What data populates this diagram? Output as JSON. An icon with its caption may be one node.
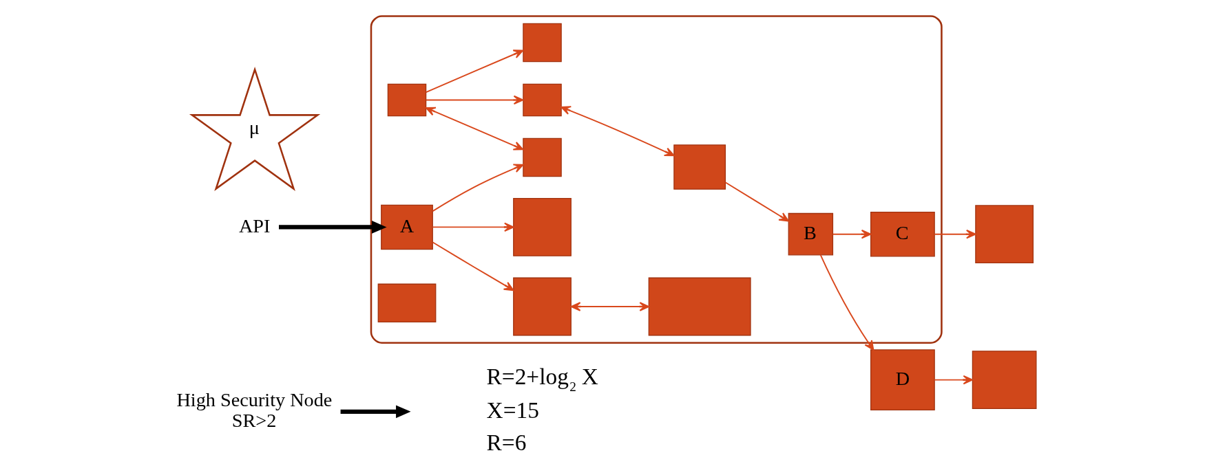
{
  "diagram": {
    "nodes": [
      {
        "text": [
          "High Security Node",
          "SR>2"
        ]
      },
      {
        "text": [
          "API"
        ]
      },
      {
        "text": [],
        "shape": "ellipse"
      },
      {
        "text": [],
        "shape": "box",
        "in": 2
      },
      {
        "text": [],
        "shape": "box"
      },
      {
        "text": [],
        "shape": "box",
        "in": 2
      },
      {
        "text": [],
        "shape": "box",
        "in": 2
      },
      {
        "text": [
          "A"
        ],
        "in": 2
      },
      {
        "text": [],
        "shape": "box",
        "in": 2
      },
      {
        "text": [
          "μ"
        ]
      },
      {
        "text": [
          "C"
        ],
        "in": 2
      },
      {
        "text": [],
        "shape": "box",
        "in": 2
      },
      {
        "text": [],
        "shape": "box",
        "in": 2
      },
      {
        "text": [],
        "shape": "box",
        "in": 2
      },
      {
        "text": [
          "D"
        ]
      },
      {
        "text": [
          "B"
        ],
        "in": 2
      },
      {
        "text": [],
        "shape": "box",
        "in": 2
      },
      {
        "text": [],
        "shape": "box",
        "in": 2
      },
      {
        "text": [],
        "shape": "box"
      }
    ],
    "edges": [
      {
        "from": 0,
        "to": null,
        "arrow": "to",
        "style": "thick",
        "color": "#000000"
      },
      {
        "from": 1,
        "to": 7,
        "arrow": "to",
        "style": "thick",
        "color": "#000000"
      },
      {
        "from": 6,
        "to": 3,
        "arrow": "both"
      },
      {
        "from": 6,
        "to": 5,
        "arrow": "to"
      },
      {
        "from": 6,
        "to": 12,
        "arrow": "to"
      },
      {
        "from": 7,
        "to": 3,
        "arrow": "to"
      },
      {
        "from": 7,
        "to": 8,
        "arrow": "to"
      },
      {
        "from": 7,
        "to": 11,
        "arrow": "to"
      },
      {
        "from": 8,
        "to": 13,
        "arrow": "both"
      },
      {
        "from": 12,
        "to": 16,
        "arrow": "both"
      },
      {
        "from": 16,
        "to": 15,
        "arrow": "to"
      },
      {
        "from": 15,
        "to": 10,
        "arrow": "to"
      },
      {
        "from": 15,
        "to": 14,
        "arrow": "to"
      },
      {
        "from": 10,
        "to": 4,
        "arrow": "to"
      },
      {
        "from": 14,
        "to": 18,
        "arrow": "to"
      }
    ],
    "labels": [
      "R=2+log$_{2}$ X",
      "X=15",
      "R=6"
    ]
  }
}
